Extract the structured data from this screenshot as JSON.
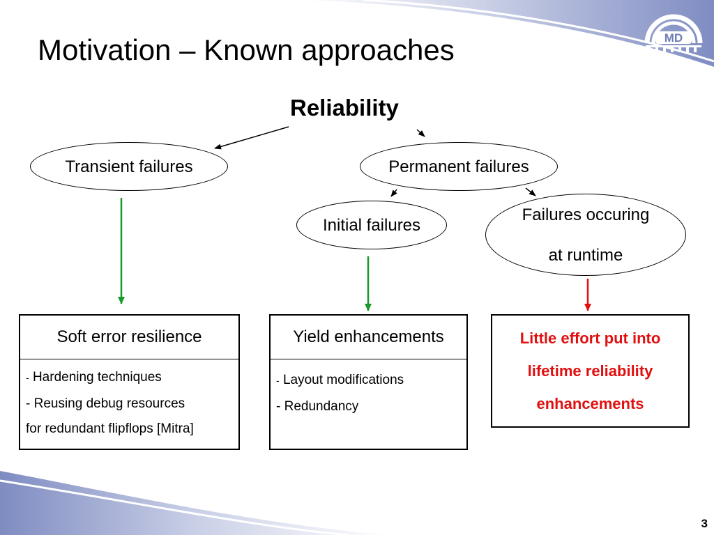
{
  "slide": {
    "title": "Motivation – Known approaches",
    "page_number": "3"
  },
  "logo": {
    "text": "MD"
  },
  "diagram": {
    "root": "Reliability",
    "nodes": {
      "transient": "Transient failures",
      "permanent": "Permanent failures",
      "initial": "Initial failures",
      "runtime_line1": "Failures occuring",
      "runtime_line2": "at runtime"
    },
    "boxes": {
      "soft": {
        "header": "Soft error resilience",
        "bullet_dash": "-",
        "item1": "Hardening techniques",
        "item2_line1": "Reusing debug resources",
        "item2_line2": "for redundant flipflops [Mitra]"
      },
      "yield": {
        "header": "Yield enhancements",
        "bullet_dash": "-",
        "item1": "Layout modifications",
        "item2": "Redundancy"
      },
      "little": {
        "line1": "Little effort put into",
        "line2": "lifetime reliability",
        "line3": "enhancements"
      }
    },
    "colors": {
      "ok_arrow": "#1a9a2a",
      "warn_arrow": "#e01010",
      "decor_blue": "#8c98c8",
      "warn_text": "#e01010"
    }
  }
}
